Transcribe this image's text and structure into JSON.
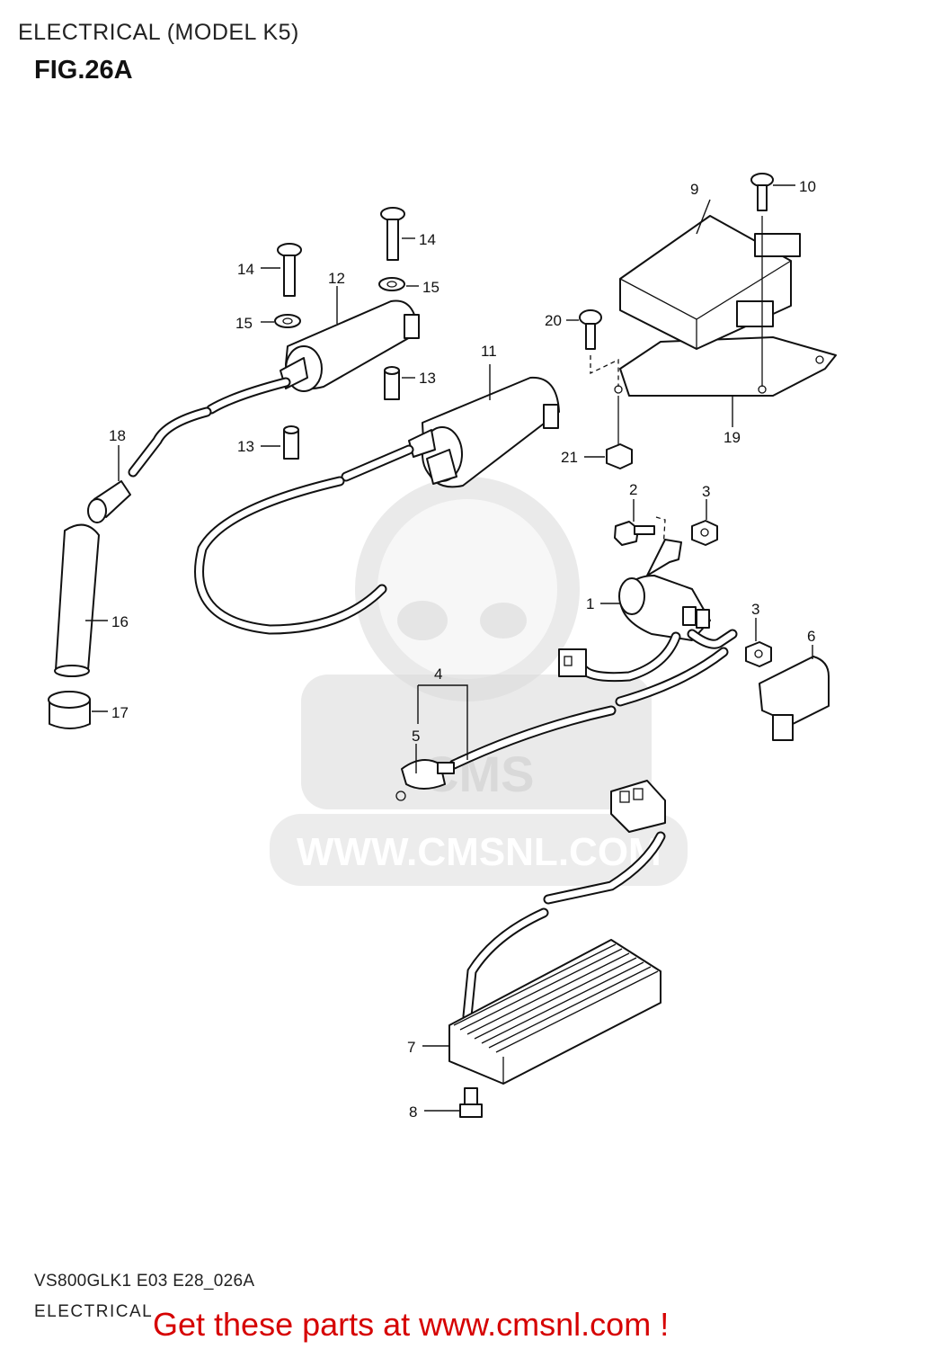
{
  "header": {
    "title": "ELECTRICAL (MODEL K5)",
    "figure": "FIG.26A"
  },
  "footer": {
    "model_code": "VS800GLK1 E03 E28_026A",
    "section": "ELECTRICAL",
    "cta_text": "Get these parts at www.cmsnl.com !",
    "cta_color": "#d60000"
  },
  "watermark": {
    "logo_text": "CMS",
    "url": "WWW.CMSNL.COM"
  },
  "callouts": {
    "c1": "1",
    "c2": "2",
    "c3a": "3",
    "c3b": "3",
    "c4": "4",
    "c5": "5",
    "c6": "6",
    "c7": "7",
    "c8": "8",
    "c9": "9",
    "c10": "10",
    "c11": "11",
    "c12": "12",
    "c13a": "13",
    "c13b": "13",
    "c14a": "14",
    "c14b": "14",
    "c15a": "15",
    "c15b": "15",
    "c16": "16",
    "c17": "17",
    "c18": "18",
    "c19": "19",
    "c20": "20",
    "c21": "21"
  }
}
